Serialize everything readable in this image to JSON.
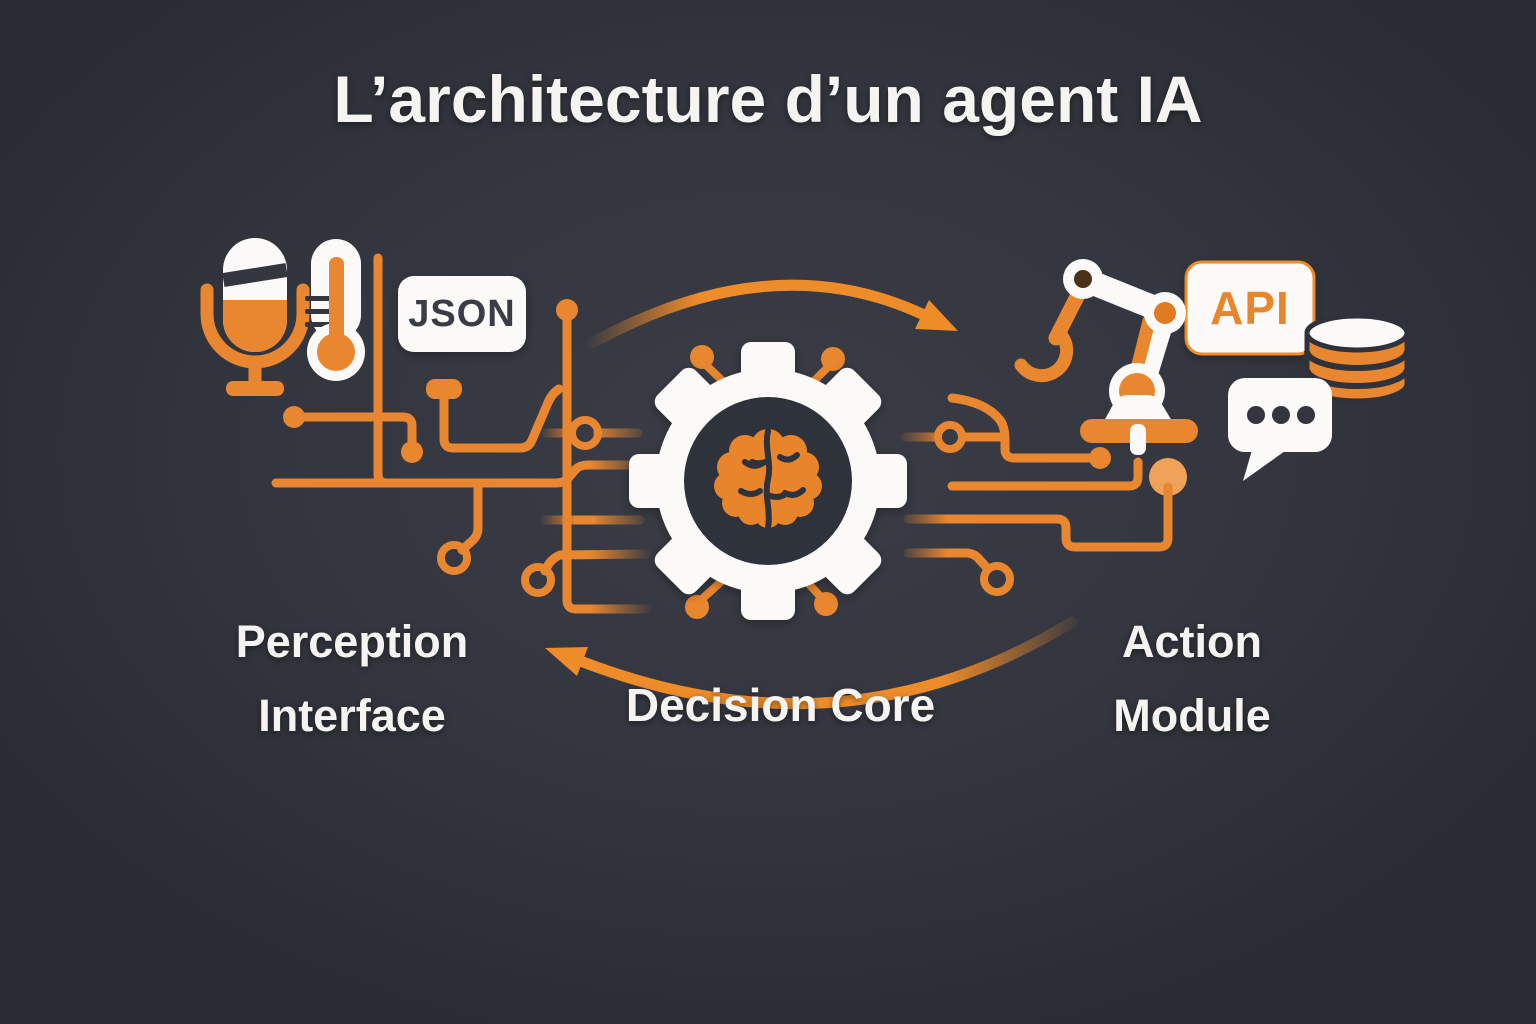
{
  "title": "L’architecture d’un agent IA",
  "colors": {
    "background": "#34363f",
    "accent_orange": "#e8872f",
    "accent_orange_light": "#f1a259",
    "white": "#fbfaf8",
    "dark": "#33363f"
  },
  "badges": {
    "json": "JSON",
    "api": "API"
  },
  "sections": {
    "perception": {
      "label_line1": "Perception",
      "label_line2": "Interface",
      "icons": [
        "microphone-icon",
        "thermometer-icon",
        "json-badge"
      ]
    },
    "decision": {
      "label": "Decision Core",
      "icons": [
        "gear-icon",
        "brain-icon"
      ]
    },
    "action": {
      "label_line1": "Action",
      "label_line2": "Module",
      "icons": [
        "robot-arm-icon",
        "api-badge",
        "database-icon",
        "chat-bubble-icon"
      ]
    }
  },
  "connections": [
    "perception-to-action-top-arrow",
    "action-to-perception-return-arrow",
    "circuit-traces"
  ]
}
